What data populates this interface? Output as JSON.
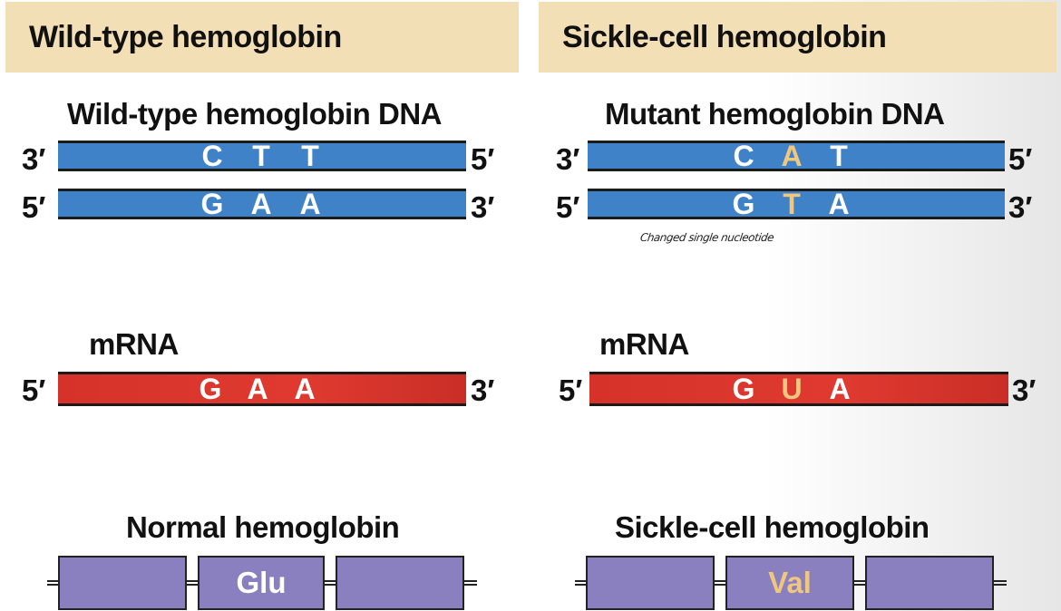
{
  "left": {
    "header": "Wild-type hemoglobin",
    "dna_title": "Wild-type hemoglobin DNA",
    "dna_top": {
      "left_end": "3′",
      "right_end": "5′",
      "bases": [
        "C",
        "T",
        "T"
      ]
    },
    "dna_bottom": {
      "left_end": "5′",
      "right_end": "3′",
      "bases": [
        "G",
        "A",
        "A"
      ]
    },
    "mrna_title": "mRNA",
    "mrna": {
      "left_end": "5′",
      "right_end": "3′",
      "bases": [
        "G",
        "A",
        "A"
      ]
    },
    "protein_title": "Normal hemoglobin",
    "amino_acid": "Glu"
  },
  "right": {
    "header": "Sickle-cell hemoglobin",
    "dna_title": "Mutant hemoglobin DNA",
    "dna_top": {
      "left_end": "3′",
      "right_end": "5′",
      "bases": [
        "C",
        "A",
        "T"
      ]
    },
    "dna_bottom": {
      "left_end": "5′",
      "right_end": "3′",
      "bases": [
        "G",
        "T",
        "A"
      ]
    },
    "annotation": "Changed single nucleotide",
    "mrna_title": "mRNA",
    "mrna": {
      "left_end": "5′",
      "right_end": "3′",
      "bases": [
        "G",
        "U",
        "A"
      ]
    },
    "protein_title": "Sickle-cell hemoglobin",
    "amino_acid": "Val"
  },
  "colors": {
    "header_bg": "#f3dfb6",
    "dna_strand": "#3f82c8",
    "mrna_strand": "#d6322a",
    "protein_box": "#8a80bf",
    "mutation_highlight": "#f0c77e"
  }
}
